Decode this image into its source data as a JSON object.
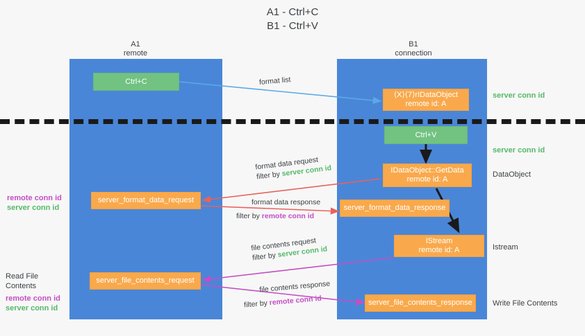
{
  "title_lines": [
    "A1 - Ctrl+C",
    "B1 - Ctrl+V"
  ],
  "columns": {
    "left": {
      "name": "A1",
      "sub": "remote"
    },
    "right": {
      "name": "B1",
      "sub": "connection"
    }
  },
  "colors": {
    "lane": "#4a86d8",
    "orange": "#f9a94c",
    "green": "#72c282",
    "server_conn": "#55b96a",
    "remote_conn": "#c44ec4",
    "arrow_blue": "#5aa9e6",
    "arrow_red": "#e8625c",
    "arrow_magenta": "#c44ec4",
    "arrow_black": "#1a1a1a",
    "background": "#f7f7f7"
  },
  "boxes": {
    "ctrl_c": {
      "line1": "Ctrl+C"
    },
    "idataobject_new": {
      "line1": "⟨X⟩⟨7⟩rIDataObject",
      "line2": "remote id: A"
    },
    "ctrl_v": {
      "line1": "Ctrl+V"
    },
    "getdata": {
      "line1": "IDataObject::GetData",
      "line2": "remote id: A"
    },
    "format_data_request": {
      "line1": "server_format_data_request"
    },
    "format_data_response": {
      "line1": "server_format_data_response"
    },
    "istream": {
      "line1": "IStream",
      "line2": "remote id: A"
    },
    "file_contents_request": {
      "line1": "server_file_contents_request"
    },
    "file_contents_response": {
      "line1": "server_file_contents_response"
    }
  },
  "right_labels": {
    "server_conn_top": "server conn id",
    "server_conn_mid": "server conn id",
    "dataobject": "DataObject",
    "istream": "Istream",
    "write_file_contents": "Write File Contents"
  },
  "left_labels": {
    "remote_conn_1": "remote conn id",
    "server_conn_1": "server conn id",
    "read_file_contents": "Read File Contents",
    "remote_conn_2": "remote conn id",
    "server_conn_2": "server conn id"
  },
  "arrow_labels": {
    "format_list": "format list",
    "fdr_line1": "format data request",
    "fdr_filter_prefix": "filter by ",
    "fdr_filter_value": "server conn id",
    "fdresp_line1": "format data response",
    "fdresp_filter_prefix": "filter by ",
    "fdresp_filter_value": "remote conn id",
    "fcr_line1": "file contents request",
    "fcr_filter_prefix": "filter by ",
    "fcr_filter_value": "server conn id",
    "fcresp_line1": "file contents response",
    "fcresp_filter_prefix": "filter by ",
    "fcresp_filter_value": "remote conn id"
  }
}
